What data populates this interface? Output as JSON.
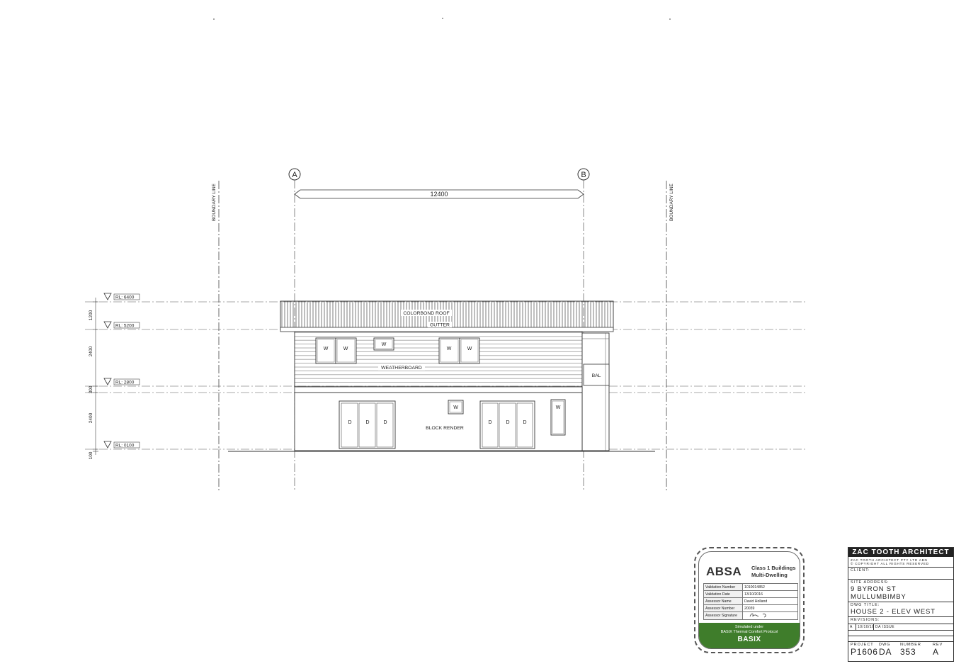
{
  "drawing": {
    "grid_a": "A",
    "grid_b": "B",
    "overall_dimension": "12400",
    "boundary_left": "BOUNDARY LINE",
    "boundary_right": "BOUNDARY LINE",
    "levels": [
      "RL: 6400",
      "RL: 5200",
      "RL: 2800",
      "RL: 0100"
    ],
    "vertical_dims": [
      "1200",
      "2400",
      "300",
      "2400",
      "100"
    ],
    "labels": {
      "roof": "COLORBOND ROOF",
      "gutter": "GUTTER",
      "weatherboard": "WEATHERBOARD",
      "block_render": "BLOCK RENDER",
      "bal": "BAL"
    },
    "window_tag": "W",
    "door_tag": "D"
  },
  "absa": {
    "logo": "ABSA",
    "class_line1": "Class 1 Buildings",
    "class_line2": "Multi-Dwelling",
    "rows": [
      {
        "label": "Validation Number",
        "value": "1010014852"
      },
      {
        "label": "Validation Date",
        "value": "13/10/2016"
      },
      {
        "label": "Assessor Name",
        "value": "David Holland"
      },
      {
        "label": "Assessor Number",
        "value": "20039"
      },
      {
        "label": "Assessor Signature",
        "value": ""
      }
    ],
    "simulated_line1": "Simulated under",
    "simulated_line2": "BASIX Thermal Comfort Protocol",
    "basix": "BASIX"
  },
  "title_block": {
    "firm": "ZAC TOOTH ARCHITECT",
    "fine_print_1": "ZAC TOOTH ARCHITECT PTY LTD ABN",
    "fine_print_2": "© COPYRIGHT ALL RIGHTS RESERVED",
    "client_label": "CLIENT:",
    "site_label": "SITE ADDRESS:",
    "site_line1": "9 BYRON ST",
    "site_line2": "MULLUMBIMBY",
    "dwg_title_label": "DWG TITLE:",
    "dwg_title": "HOUSE 2 - ELEV WEST",
    "revisions_label": "REVISIONS:",
    "revision": {
      "rev": "A",
      "date": "10/10/16",
      "desc": "DA ISSUE"
    },
    "project_label": "PROJECT",
    "project": "P1606",
    "dwg_label": "DWG",
    "dwg": "DA",
    "number_label": "NUMBER",
    "number": "353",
    "rev_label": "REV",
    "rev": "A"
  }
}
